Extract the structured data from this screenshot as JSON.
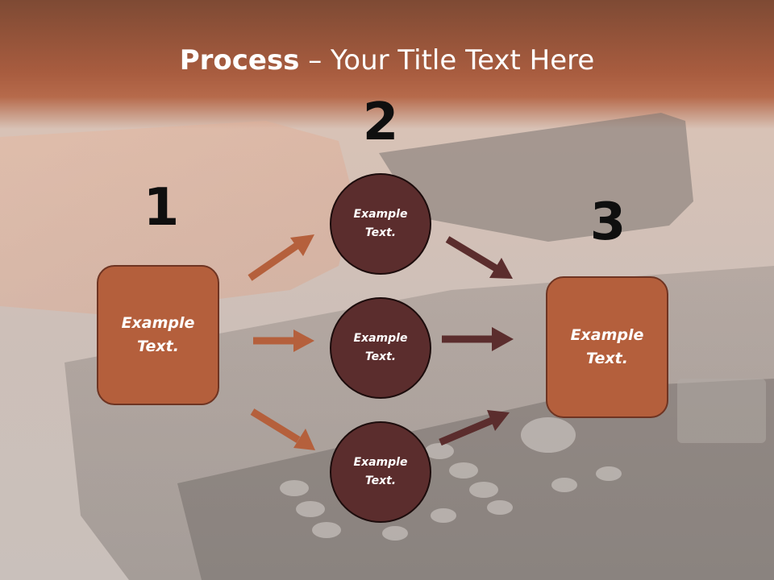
{
  "slide": {
    "title_strong": "Process",
    "title_rest": " – Your Title Text Here"
  },
  "steps": {
    "one": "1",
    "two": "2",
    "three": "3"
  },
  "nodes": {
    "left": "Example\nText.",
    "top": "Example\nText.",
    "middle": "Example\nText.",
    "bottom": "Example\nText.",
    "right": "Example\nText."
  },
  "colors": {
    "box_fill": "#b45f3c",
    "circle_fill": "#5b2d2d",
    "arrow_in": "#b5603c",
    "arrow_out": "#5b2d2d"
  }
}
